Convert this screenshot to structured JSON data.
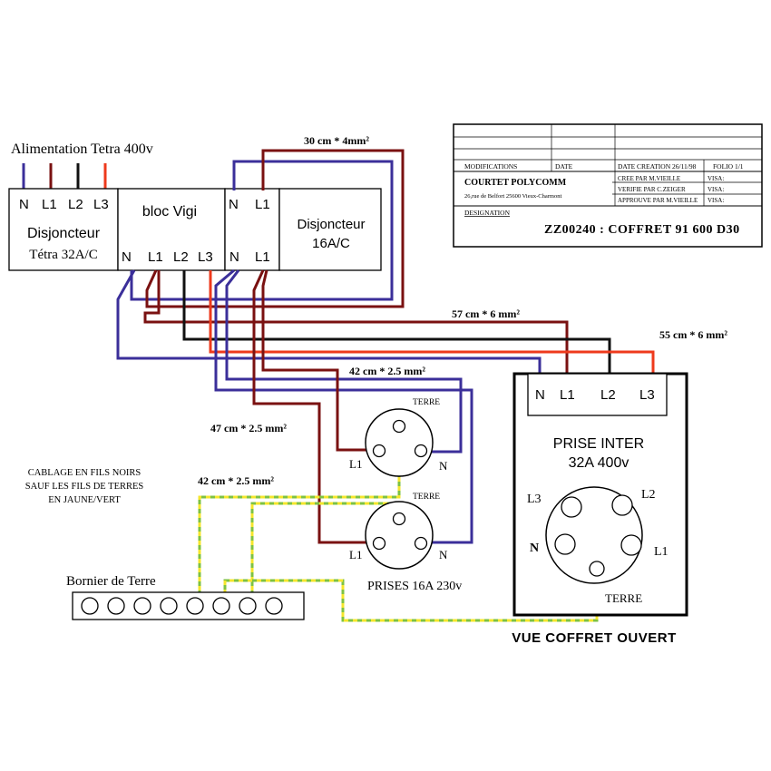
{
  "supply": {
    "label": "Alimentation Tetra 400v",
    "terminals": [
      "N",
      "L1",
      "L2",
      "L3"
    ]
  },
  "breaker_main": {
    "title": "Disjoncteur",
    "rating": "Tétra 32A/C"
  },
  "vigi": {
    "title": "bloc Vigi",
    "terminals": [
      "N",
      "L1",
      "L2",
      "L3"
    ]
  },
  "breaker_16a": {
    "title": "Disjoncteur",
    "rating": "16A/C",
    "top_terminals": [
      "N",
      "L1"
    ],
    "bottom_terminals": [
      "N",
      "L1"
    ]
  },
  "cables": {
    "c1": "30 cm * 4mm²",
    "c2": "57 cm * 6 mm²",
    "c3": "55 cm * 6 mm²",
    "c4": "42 cm * 2.5 mm²",
    "c5": "47 cm * 2.5 mm²",
    "c6": "42 cm * 2.5 mm²"
  },
  "title_block": {
    "modifications": "MODIFICATIONS",
    "date": "DATE",
    "date_creation": "DATE CREATION 26/11/98",
    "folio": "FOLIO 1/1",
    "company": "COURTET POLYCOMM",
    "address": "26,rue de Belfort 25600 Vieux-Charmont",
    "cree_par": "CREE PAR M.VIEILLE",
    "verifie_par": "VERIFIE PAR C.ZEIGER",
    "approuve_par": "APPROUVE PAR M.VIEILLE",
    "visa": "VISA:",
    "designation_label": "DESIGNATION",
    "designation": "ZZ00240 : COFFRET 91 600 D30"
  },
  "sockets": {
    "terre": "TERRE",
    "l1": "L1",
    "n": "N",
    "caption": "PRISES 16A 230v"
  },
  "prise_inter": {
    "terminals": [
      "N",
      "L1",
      "L2",
      "L3"
    ],
    "title": "PRISE INTER",
    "rating": "32A 400v",
    "pins": {
      "l3": "L3",
      "l2": "L2",
      "n": "N",
      "l1": "L1",
      "terre": "TERRE"
    }
  },
  "note": [
    "CABLAGE EN FILS NOIRS",
    "SAUF LES FILS DE TERRES",
    "EN JAUNE/VERT"
  ],
  "bornier": {
    "label": "Bornier de Terre",
    "count": 8
  },
  "footer": "VUE COFFRET OUVERT",
  "colors": {
    "neutral": "#3b2f9a",
    "l1": "#7a1111",
    "l2": "#111111",
    "l3": "#ee3a1c",
    "earth_green": "#7ec242",
    "earth_yellow": "#f5e62c"
  }
}
